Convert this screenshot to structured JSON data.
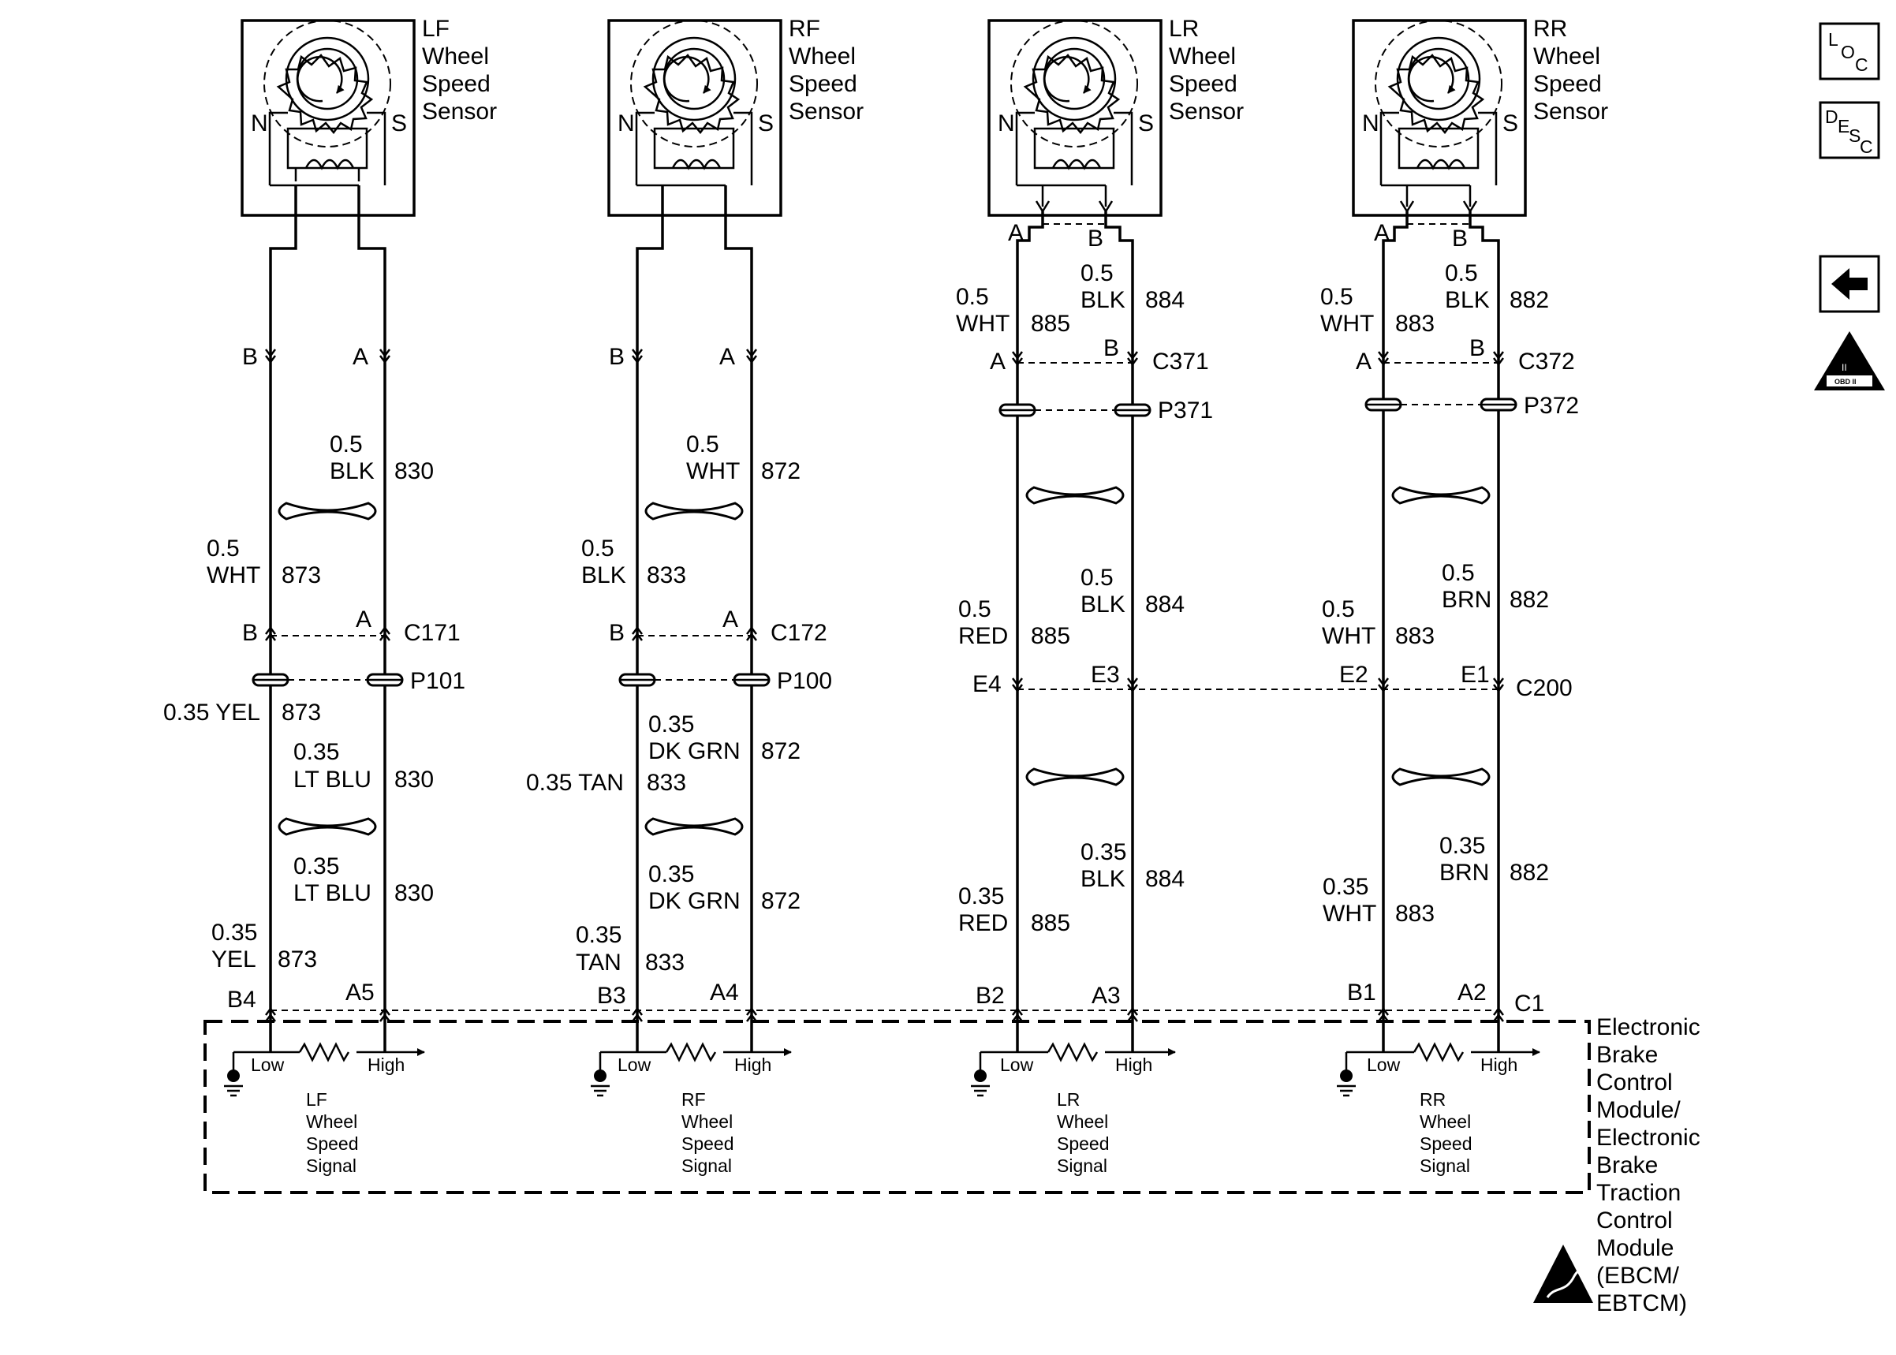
{
  "sensors": [
    {
      "id": "lf",
      "lines": [
        "LF",
        "Wheel",
        "Speed",
        "Sensor"
      ],
      "pole_n": "N",
      "pole_s": "S"
    },
    {
      "id": "rf",
      "lines": [
        "RF",
        "Wheel",
        "Speed",
        "Sensor"
      ],
      "pole_n": "N",
      "pole_s": "S"
    },
    {
      "id": "lr",
      "lines": [
        "LR",
        "Wheel",
        "Speed",
        "Sensor"
      ],
      "pole_n": "N",
      "pole_s": "S",
      "pin_left": "A",
      "pin_right": "B"
    },
    {
      "id": "rr",
      "lines": [
        "RR",
        "Wheel",
        "Speed",
        "Sensor"
      ],
      "pole_n": "N",
      "pole_s": "S",
      "pin_left": "A",
      "pin_right": "B"
    }
  ],
  "front": [
    {
      "id": "lf",
      "pins_top": {
        "left": "B",
        "right": "A"
      },
      "seg1": {
        "left_size": "0.5",
        "left_color": "WHT",
        "left_circuit": "873",
        "right_size": "0.5",
        "right_color": "BLK",
        "right_circuit": "830"
      },
      "connector": {
        "left_pin": "B",
        "right_pin": "A",
        "name": "C171"
      },
      "splice": "P101",
      "seg2": {
        "left_text": "0.35 YEL",
        "left_circuit": "873",
        "right_size": "0.35",
        "right_color": "LT BLU",
        "right_circuit": "830"
      },
      "seg3": {
        "left_size": "0.35",
        "left_color": "YEL",
        "left_circuit": "873",
        "right_size": "0.35",
        "right_color": "LT BLU",
        "right_circuit": "830"
      },
      "module_pins": {
        "left": "B4",
        "right": "A5"
      }
    },
    {
      "id": "rf",
      "pins_top": {
        "left": "B",
        "right": "A"
      },
      "seg1": {
        "left_size": "0.5",
        "left_color": "BLK",
        "left_circuit": "833",
        "right_size": "0.5",
        "right_color": "WHT",
        "right_circuit": "872"
      },
      "connector": {
        "left_pin": "B",
        "right_pin": "A",
        "name": "C172"
      },
      "splice": "P100",
      "seg2": {
        "left_text": "0.35 TAN",
        "left_circuit": "833",
        "right_size": "0.35",
        "right_color": "DK GRN",
        "right_circuit": "872"
      },
      "seg3": {
        "left_size": "0.35",
        "left_color": "TAN",
        "left_circuit": "833",
        "right_size": "0.35",
        "right_color": "DK GRN",
        "right_circuit": "872"
      },
      "module_pins": {
        "left": "B3",
        "right": "A4"
      }
    }
  ],
  "rear": [
    {
      "id": "lr",
      "seg1": {
        "left_size": "0.5",
        "left_color": "WHT",
        "left_circuit": "885",
        "right_size": "0.5",
        "right_color": "BLK",
        "right_circuit": "884"
      },
      "connector": {
        "left_pin": "A",
        "right_pin": "B",
        "name": "C371"
      },
      "splice": "P371",
      "seg2": {
        "left_size": "0.5",
        "left_color": "RED",
        "left_circuit": "885",
        "right_size": "0.5",
        "right_color": "BLK",
        "right_circuit": "884"
      },
      "c200_pins": {
        "left": "E4",
        "right": "E3"
      },
      "seg3": {
        "left_size": "0.35",
        "left_color": "RED",
        "left_circuit": "885",
        "right_size": "0.35",
        "right_color": "BLK",
        "right_circuit": "884"
      },
      "module_pins": {
        "left": "B2",
        "right": "A3"
      }
    },
    {
      "id": "rr",
      "seg1": {
        "left_size": "0.5",
        "left_color": "WHT",
        "left_circuit": "883",
        "right_size": "0.5",
        "right_color": "BLK",
        "right_circuit": "882"
      },
      "connector": {
        "left_pin": "A",
        "right_pin": "B",
        "name": "C372"
      },
      "splice": "P372",
      "seg2": {
        "left_size": "0.5",
        "left_color": "WHT",
        "left_circuit": "883",
        "right_size": "0.5",
        "right_color": "BRN",
        "right_circuit": "882"
      },
      "c200_pins": {
        "left": "E2",
        "right": "E1"
      },
      "seg3": {
        "left_size": "0.35",
        "left_color": "WHT",
        "left_circuit": "883",
        "right_size": "0.35",
        "right_color": "BRN",
        "right_circuit": "882"
      },
      "module_pins": {
        "left": "B1",
        "right": "A2"
      }
    }
  ],
  "c200_name": "C200",
  "module_connector": "C1",
  "signals": [
    {
      "low": "Low",
      "high": "High",
      "lines": [
        "LF",
        "Wheel",
        "Speed",
        "Signal"
      ]
    },
    {
      "low": "Low",
      "high": "High",
      "lines": [
        "RF",
        "Wheel",
        "Speed",
        "Signal"
      ]
    },
    {
      "low": "Low",
      "high": "High",
      "lines": [
        "LR",
        "Wheel",
        "Speed",
        "Signal"
      ]
    },
    {
      "low": "Low",
      "high": "High",
      "lines": [
        "RR",
        "Wheel",
        "Speed",
        "Signal"
      ]
    }
  ],
  "module_name_lines": [
    "Electronic",
    "Brake",
    "Control",
    "Module/",
    "Electronic",
    "Brake",
    "Traction",
    "Control",
    "Module",
    "(EBCM/",
    "EBTCM)"
  ],
  "side_icons": {
    "loc": {
      "l": "L",
      "o": "O",
      "c": "C"
    },
    "desc": {
      "d": "D",
      "e": "E",
      "s": "S",
      "c": "C"
    },
    "obd": {
      "numeral": "II",
      "label": "OBD II"
    },
    "back_icon": "left-arrow-icon"
  }
}
